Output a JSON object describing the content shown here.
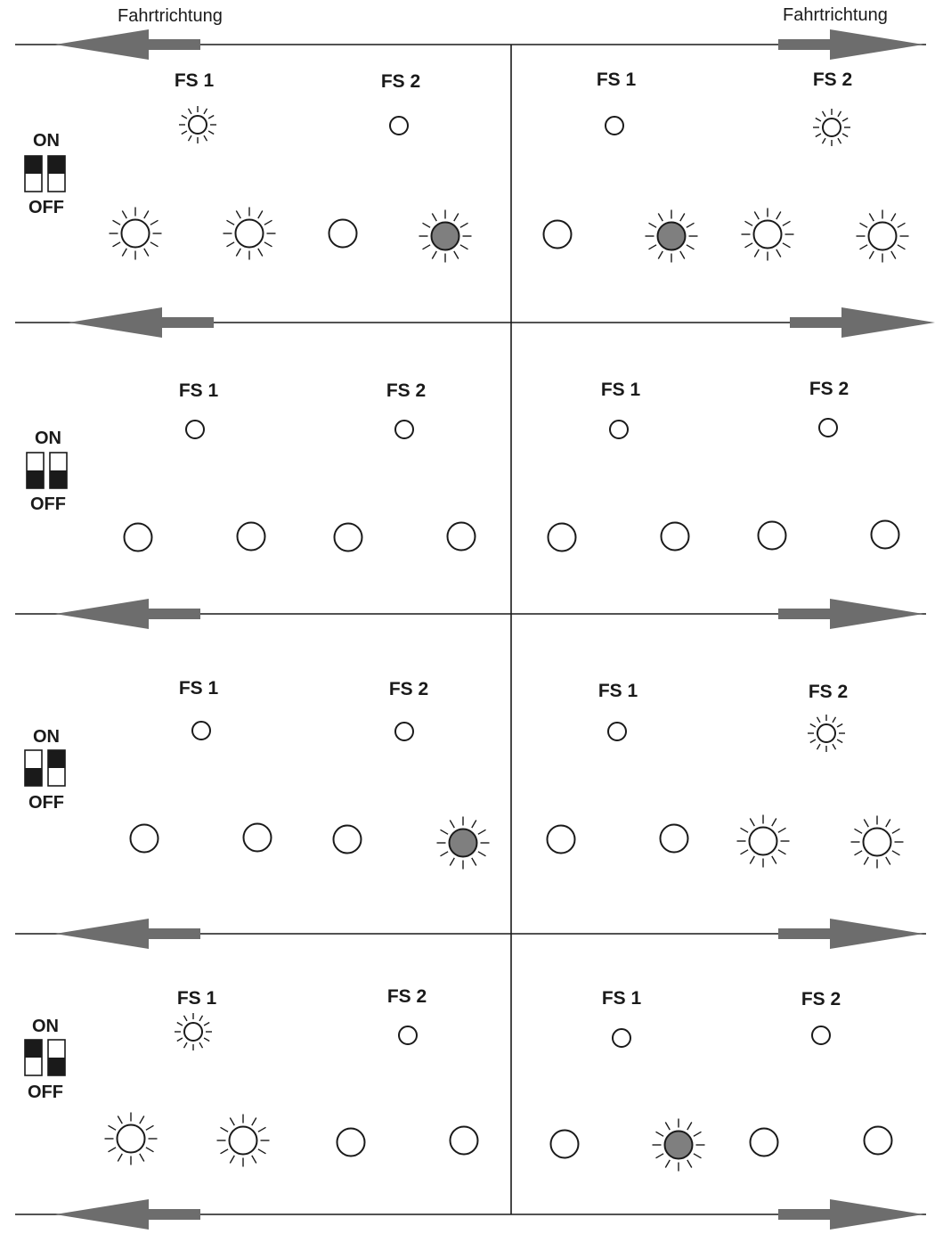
{
  "header": {
    "direction_left": "Fahrtrichtung",
    "direction_right": "Fahrtrichtung"
  },
  "colors": {
    "line": "#1a1a1a",
    "arrow": "#6d6d6d",
    "lamp_lit_fill": "#7f7f7f",
    "lamp_off_fill": "#ffffff"
  },
  "switch_text": {
    "on": "ON",
    "off": "OFF"
  },
  "rows": [
    {
      "dip": [
        "on",
        "on"
      ],
      "left": {
        "fs1_label": "FS 1",
        "fs2_label": "FS 2",
        "fs1": "lit",
        "fs2": "off",
        "lamps": [
          "lit",
          "lit",
          "off",
          "lit-dark"
        ]
      },
      "right": {
        "fs1_label": "FS 1",
        "fs2_label": "FS 2",
        "fs1": "off",
        "fs2": "lit",
        "lamps": [
          "off",
          "lit-dark",
          "lit",
          "lit"
        ]
      }
    },
    {
      "dip": [
        "off",
        "off"
      ],
      "left": {
        "fs1_label": "FS 1",
        "fs2_label": "FS 2",
        "fs1": "off",
        "fs2": "off",
        "lamps": [
          "off",
          "off",
          "off",
          "off"
        ]
      },
      "right": {
        "fs1_label": "FS 1",
        "fs2_label": "FS 2",
        "fs1": "off",
        "fs2": "off",
        "lamps": [
          "off",
          "off",
          "off",
          "off"
        ]
      }
    },
    {
      "dip": [
        "off",
        "on"
      ],
      "left": {
        "fs1_label": "FS 1",
        "fs2_label": "FS 2",
        "fs1": "off",
        "fs2": "off",
        "lamps": [
          "off",
          "off",
          "off",
          "lit-dark"
        ]
      },
      "right": {
        "fs1_label": "FS 1",
        "fs2_label": "FS 2",
        "fs1": "off",
        "fs2": "lit",
        "lamps": [
          "off",
          "off",
          "lit",
          "lit"
        ]
      }
    },
    {
      "dip": [
        "on",
        "off"
      ],
      "left": {
        "fs1_label": "FS 1",
        "fs2_label": "FS 2",
        "fs1": "lit",
        "fs2": "off",
        "lamps": [
          "lit",
          "lit",
          "off",
          "off"
        ]
      },
      "right": {
        "fs1_label": "FS 1",
        "fs2_label": "FS 2",
        "fs1": "off",
        "fs2": "off",
        "lamps": [
          "off",
          "lit-dark",
          "off",
          "off"
        ]
      }
    }
  ]
}
